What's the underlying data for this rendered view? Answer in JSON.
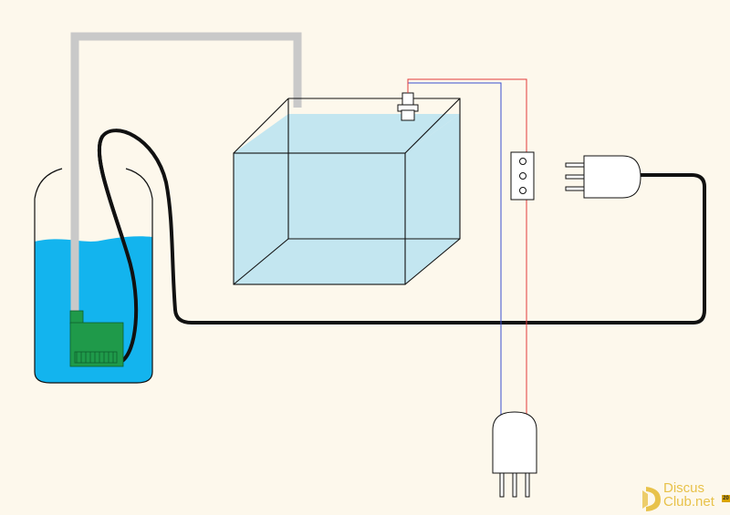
{
  "colors": {
    "background": "#fdf8ec",
    "bucket_water": "#13b4ee",
    "tank_water": "#c3e6f0",
    "hose": "#c9c9c9",
    "cable": "#111111",
    "pump": "#1f9a4a",
    "wire_blue": "#3a4fd0",
    "wire_red": "#e23a3a",
    "watermark": "#e8c24a"
  },
  "watermark": {
    "line1": "Discus",
    "line2": "Club.net",
    "badge": "20"
  }
}
